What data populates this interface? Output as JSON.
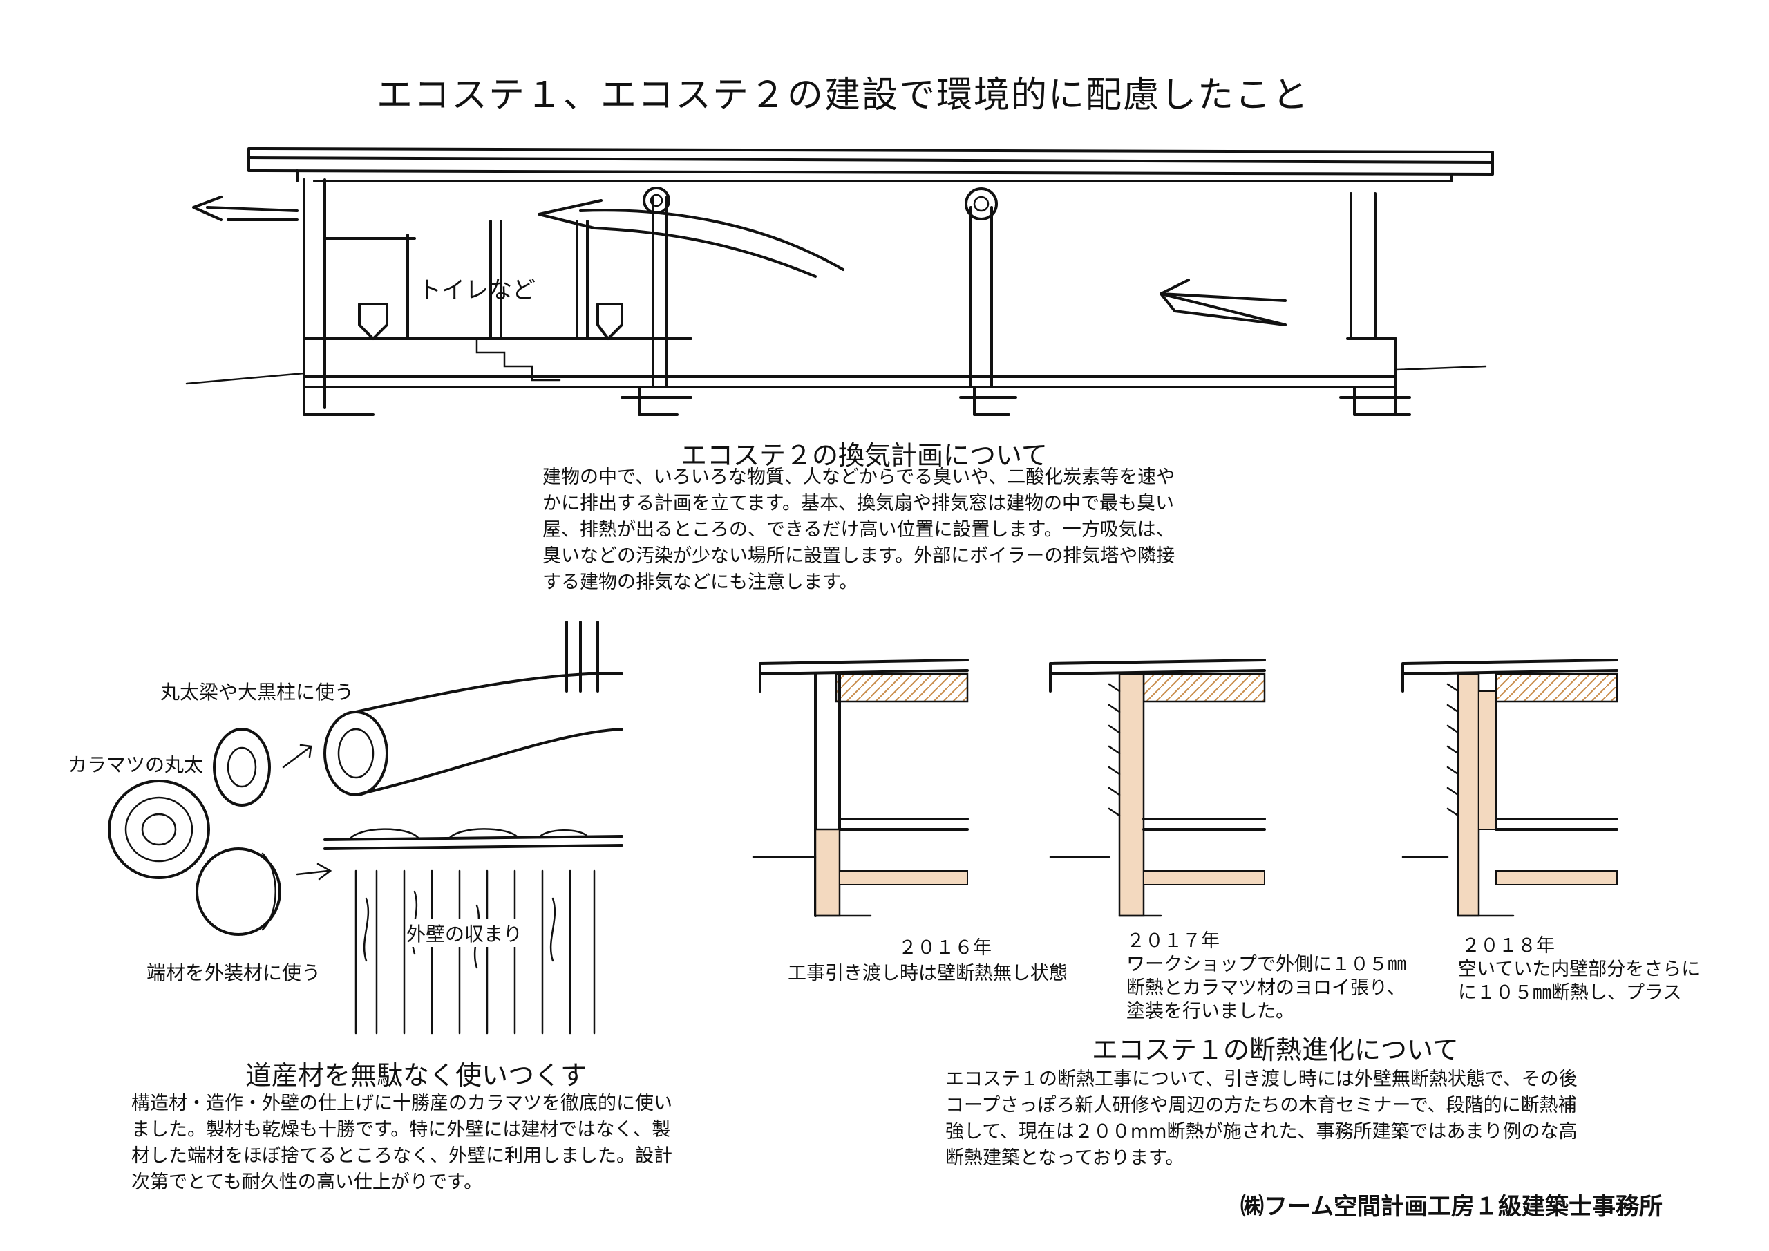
{
  "title": "エコステ１、エコステ２の建設で環境的に配慮したこと",
  "section_cross": {
    "label_toilet": "トイレなど"
  },
  "ventilation": {
    "heading": "エコステ２の換気計画について",
    "body": "建物の中で、いろいろな物質、人などからでる臭いや、二酸化炭素等を速や\nかに排出する計画を立てます。基本、換気扇や排気窓は建物の中で最も臭い\n屋、排熱が出るところの、できるだけ高い位置に設置します。一方吸気は、\n臭いなどの汚染が少ない場所に設置します。外部にボイラーの排気塔や隣接\nする建物の排気などにも注意します。"
  },
  "timber": {
    "label_beam": "丸太梁や大黒柱に使う",
    "label_log": "カラマツの丸太",
    "label_wall": "外壁の収まり",
    "label_offcut": "端材を外装材に使う",
    "heading": "道産材を無駄なく使いつくす",
    "body": "構造材・造作・外壁の仕上げに十勝産のカラマツを徹底的に使い\nました。製材も乾燥も十勝です。特に外壁には建材ではなく、製\n材した端材をほぼ捨てるところなく、外壁に利用しました。設計\n次第でとても耐久性の高い仕上がりです。"
  },
  "insulation": {
    "captions": [
      {
        "year": "２０１６年",
        "text": "工事引き渡し時は壁断熱無し状態"
      },
      {
        "year": "２０１７年",
        "text": "ワークショップで外側に１０５㎜\n断熱とカラマツ材のヨロイ張り、\n塗装を行いました。"
      },
      {
        "year": "２０１８年",
        "text": "空いていた内壁部分をさらに\nに１０５㎜断熱し、プラス"
      }
    ],
    "heading": "エコステ１の断熱進化について",
    "body": "エコステ１の断熱工事について、引き渡し時には外壁無断熱状態で、その後\nコープさっぽろ新人研修や周辺の方たちの木育セミナーで、段階的に断熱補\n強して、現在は２００mm断熱が施された、事務所建築ではあまり例のな高\n断熱建築となっております。"
  },
  "footer": "㈱フーム空間計画工房１級建築士事務所",
  "colors": {
    "ink": "#111111",
    "insulation_fill": "#f3d9bf",
    "hatch": "#c98c4a"
  }
}
